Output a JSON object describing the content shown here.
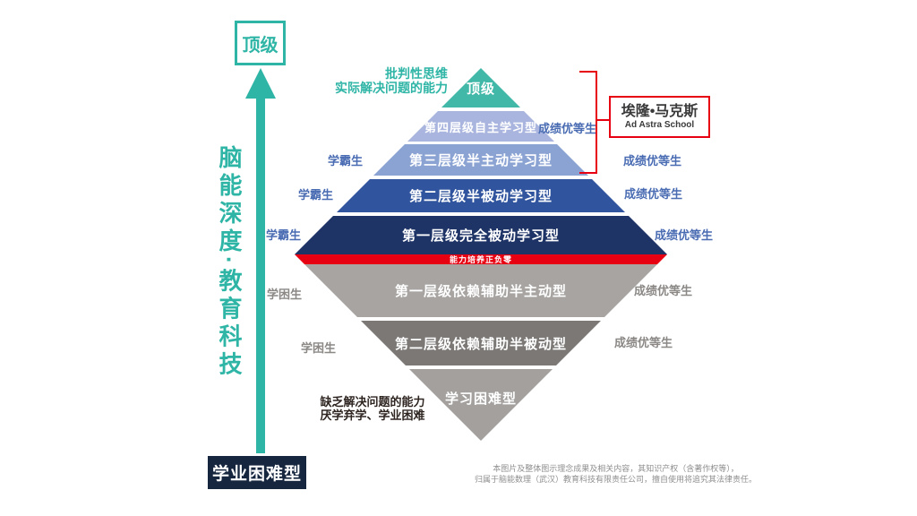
{
  "colors": {
    "teal": "#2fb5a6",
    "band_top": "#41b8a8",
    "band_l4": "#a9b5de",
    "band_l3": "#8ba3d3",
    "band_l2": "#30549d",
    "band_l1": "#1e3366",
    "red": "#e60012",
    "band_g1": "#a7a4a2",
    "band_g2": "#7b7876",
    "band_tri": "#a3a09e",
    "label_blue": "#4a6cb3",
    "label_gray": "#8b8886",
    "dark_box": "#16263f",
    "dark_text": "#2e2521",
    "disclaimer_gray": "#8f8f8f"
  },
  "left_panel": {
    "top_box": "顶级",
    "axis_label": "脑能深度·教育科技",
    "bottom_box": "学业困难型"
  },
  "annotations": {
    "top_line1": "批判性思维",
    "top_line2": "实际解决问题的能力",
    "bottom_line1": "缺乏解决问题的能力",
    "bottom_line2": "厌学弃学、学业困难"
  },
  "pyramid": {
    "bands": [
      {
        "label": "顶级",
        "color": "#41b8a8"
      },
      {
        "label": "第四层级自主学习型",
        "color": "#a9b5de"
      },
      {
        "label": "第三层级半主动学习型",
        "color": "#8ba3d3"
      },
      {
        "label": "第二层级半被动学习型",
        "color": "#30549d"
      },
      {
        "label": "第一层级完全被动学习型",
        "color": "#1e3366"
      },
      {
        "label": "第一层级依赖辅助半主动型",
        "color": "#a7a4a2"
      },
      {
        "label": "第二层级依赖辅助半被动型",
        "color": "#7b7876"
      },
      {
        "label": "学习困难型",
        "color": "#a3a09e"
      }
    ],
    "divider_label": "能力培养正负零"
  },
  "side_labels": {
    "left": [
      "学霸生",
      "学霸生",
      "学霸生",
      "学困生",
      "学困生"
    ],
    "right": [
      "成绩优等生",
      "成绩优等生",
      "成绩优等生",
      "成绩优等生",
      "成绩优等生",
      "成绩优等生"
    ]
  },
  "school_box": {
    "line1": "埃隆•马克斯",
    "line2": "Ad Astra School"
  },
  "disclaimer": {
    "line1": "本图片及整体图示理念成果及相关内容，其知识产权（含著作权等），",
    "line2": "归属于脑能数理（武汉）教育科技有限责任公司，擅自使用将追究其法律责任。"
  }
}
